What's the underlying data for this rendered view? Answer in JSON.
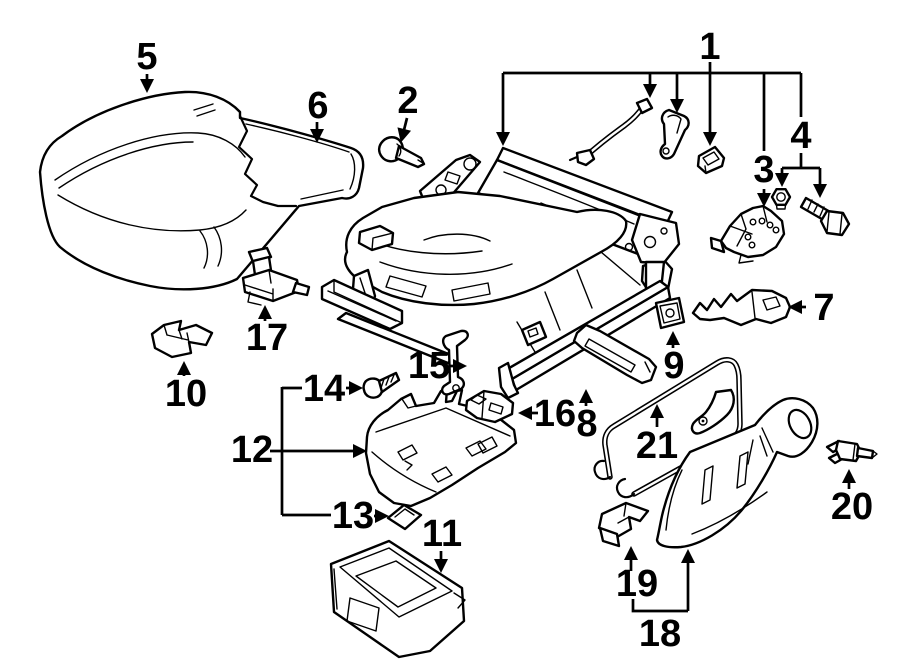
{
  "figure": {
    "description": "Exploded parts diagram of a vehicle seat cushion, track frame and mounting hardware with numbered callouts",
    "background_color": "#ffffff",
    "line_color": "#000000",
    "callouts": [
      {
        "label": "1"
      },
      {
        "label": "2"
      },
      {
        "label": "3"
      },
      {
        "label": "4"
      },
      {
        "label": "5"
      },
      {
        "label": "6"
      },
      {
        "label": "7"
      },
      {
        "label": "8"
      },
      {
        "label": "9"
      },
      {
        "label": "10"
      },
      {
        "label": "11"
      },
      {
        "label": "12"
      },
      {
        "label": "13"
      },
      {
        "label": "14"
      },
      {
        "label": "15"
      },
      {
        "label": "16"
      },
      {
        "label": "17"
      },
      {
        "label": "18"
      },
      {
        "label": "19"
      },
      {
        "label": "20"
      },
      {
        "label": "21"
      }
    ]
  }
}
